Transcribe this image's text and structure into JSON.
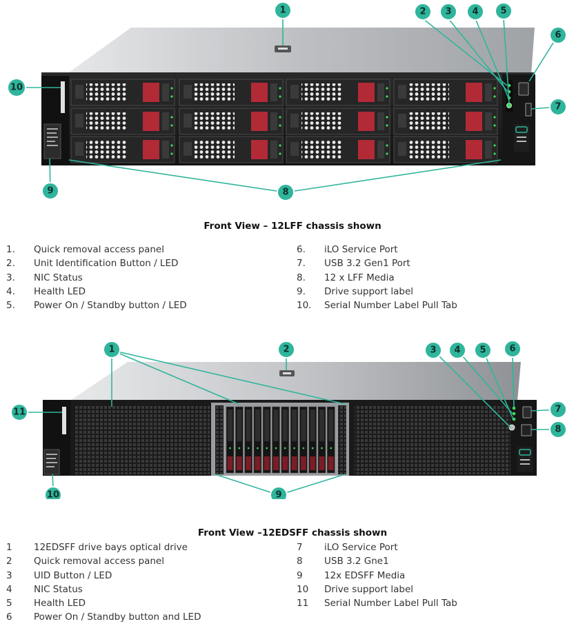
{
  "figure1": {
    "caption": "Front View – 12LFF chassis shown",
    "callouts": [
      "1",
      "2",
      "3",
      "4",
      "5",
      "6",
      "7",
      "8",
      "9",
      "10"
    ],
    "legend_left": [
      {
        "num": "1.",
        "text": "Quick removal access panel"
      },
      {
        "num": "2.",
        "text": "Unit Identification Button / LED"
      },
      {
        "num": "3.",
        "text": "NIC Status"
      },
      {
        "num": "4.",
        "text": "Health LED"
      },
      {
        "num": "5.",
        "text": "Power On / Standby button / LED"
      }
    ],
    "legend_right": [
      {
        "num": "6.",
        "text": "iLO Service Port"
      },
      {
        "num": "7.",
        "text": "USB 3.2 Gen1 Port"
      },
      {
        "num": "8.",
        "text": "12 x LFF Media"
      },
      {
        "num": "9.",
        "text": "Drive support label"
      },
      {
        "num": "10.",
        "text": "Serial Number Label Pull Tab"
      }
    ]
  },
  "figure2": {
    "caption": "Front View –12EDSFF chassis shown",
    "callouts": [
      "1",
      "2",
      "3",
      "4",
      "5",
      "6",
      "7",
      "8",
      "9",
      "10",
      "11"
    ],
    "legend_left": [
      {
        "num": "1",
        "text": "12EDSFF drive bays optical drive"
      },
      {
        "num": "2",
        "text": "Quick removal access panel"
      },
      {
        "num": "3",
        "text": "UID Button / LED"
      },
      {
        "num": "4",
        "text": "NIC Status"
      },
      {
        "num": "5",
        "text": "Health LED"
      },
      {
        "num": "6",
        "text": "Power On / Standby button and LED"
      }
    ],
    "legend_right": [
      {
        "num": "7",
        "text": "iLO Service Port"
      },
      {
        "num": "8",
        "text": "USB 3.2 Gne1"
      },
      {
        "num": "9",
        "text": "12x EDSFF Media"
      },
      {
        "num": "10",
        "text": "Drive support label"
      },
      {
        "num": "11",
        "text": "Serial Number Label Pull Tab"
      }
    ]
  },
  "colors": {
    "callout": "#2fb59c",
    "chassis": "#1c1c1c",
    "lid": "#c9cacc",
    "drive_latch": "#b22a36",
    "led_green": "#3ddc5a"
  }
}
